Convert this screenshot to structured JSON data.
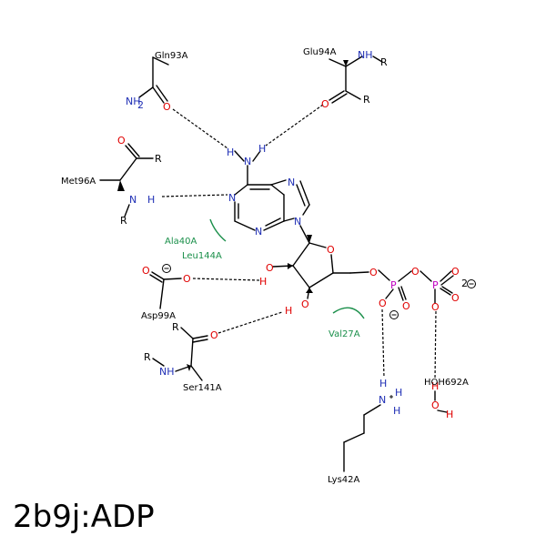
{
  "title": "2b9j:ADP",
  "colors": {
    "nitrogen": "#1f2fb5",
    "oxygen": "#e00000",
    "phosphorus": "#c000c0",
    "carbon": "#000000",
    "hydrophobic": "#1a8f4a"
  },
  "residues": {
    "gln93": "Gln93A",
    "glu94": "Glu94A",
    "met96": "Met96A",
    "asp99": "Asp99A",
    "ser141": "Ser141A",
    "lys42": "Lys42A",
    "hoh692": "HOH692A"
  },
  "hydrophobic": {
    "ala40": "Ala40A",
    "leu144": "Leu144A",
    "val27": "Val27A"
  },
  "atoms": {
    "N": "N",
    "O": "O",
    "H": "H",
    "P": "P",
    "R": "R",
    "NH": "NH",
    "NH2": "NH",
    "sub2": "2",
    "charge2": "2"
  }
}
